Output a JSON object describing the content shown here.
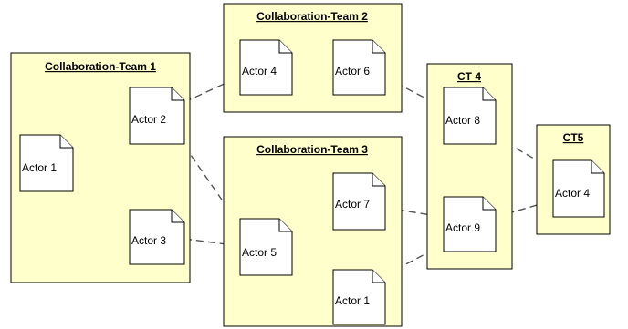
{
  "teams": [
    {
      "title": "Collaboration-Team 1"
    },
    {
      "title": "Collaboration-Team 2"
    },
    {
      "title": "Collaboration-Team 3"
    },
    {
      "title": "CT 4"
    },
    {
      "title": "CT5"
    }
  ],
  "actors": [
    {
      "label": "Actor 1"
    },
    {
      "label": "Actor 2"
    },
    {
      "label": "Actor 3"
    },
    {
      "label": "Actor 4"
    },
    {
      "label": "Actor 6"
    },
    {
      "label": "Actor 5"
    },
    {
      "label": "Actor 7"
    },
    {
      "label": "Actor 1"
    },
    {
      "label": "Actor 8"
    },
    {
      "label": "Actor 9"
    },
    {
      "label": "Actor 4"
    }
  ],
  "colors": {
    "team_fill": "#ffffcc",
    "actor_fill": "#ffffff",
    "link": "#555555"
  }
}
